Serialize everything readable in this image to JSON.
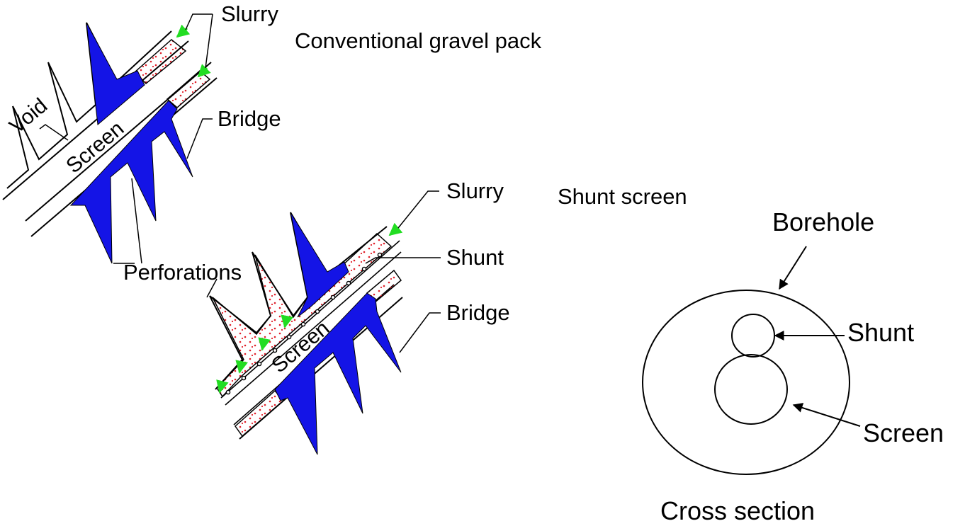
{
  "colors": {
    "cement": "#1414e6",
    "gravel_dots": "#e0202a",
    "slurry_arrow": "#22dd22"
  },
  "titles": {
    "conventional": "Conventional gravel pack",
    "shunt": "Shunt screen",
    "cross_section": "Cross section"
  },
  "labels": {
    "slurry_top": "Slurry",
    "void": "Void",
    "screen_top": "Screen",
    "bridge_top": "Bridge",
    "perforations": "Perforations",
    "slurry_shunt": "Slurry",
    "shunt_long": "Shunt",
    "bridge_shunt": "Bridge",
    "screen_shunt": "Screen",
    "borehole": "Borehole",
    "shunt_xs": "Shunt",
    "screen_xs": "Screen"
  }
}
